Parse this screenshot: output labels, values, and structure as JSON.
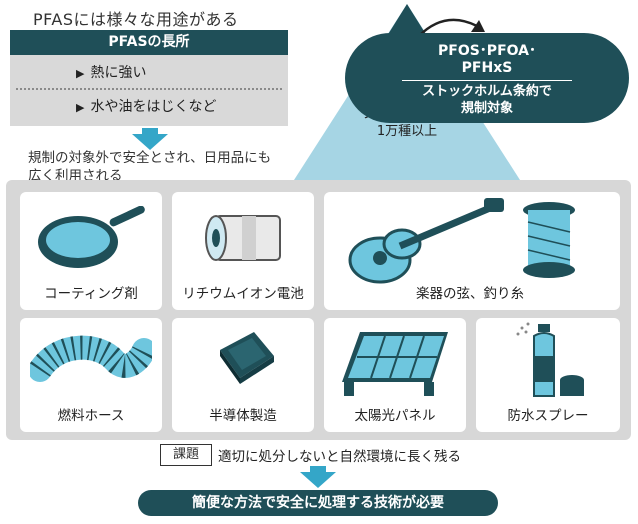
{
  "title": "PFASには様々な用途がある",
  "strengths": {
    "heading": "PFASの長所",
    "items": [
      "熱に強い",
      "水や油をはじくなど"
    ]
  },
  "description": [
    "規制の対象外で安全とされ、日用品にも",
    "広く利用される"
  ],
  "pyramid": {
    "base_label_1": "フッ素樹脂など",
    "base_label_2": "1万種以上"
  },
  "regulated": {
    "line1": "PFOS･PFOA･",
    "line2": "PFHxS",
    "line3": "ストックホルム条約で",
    "line4": "規制対象"
  },
  "uses": [
    {
      "label": "コーティング剤",
      "icon": "frying-pan-icon"
    },
    {
      "label": "リチウムイオン電池",
      "icon": "battery-icon"
    },
    {
      "label": "楽器の弦、釣り糸",
      "icon": "ukulele-and-spool-icon"
    },
    {
      "label": "燃料ホース",
      "icon": "hose-icon"
    },
    {
      "label": "半導体製造",
      "icon": "chip-icon"
    },
    {
      "label": "太陽光パネル",
      "icon": "solar-panel-icon"
    },
    {
      "label": "防水スプレー",
      "icon": "spray-can-icon"
    }
  ],
  "task": {
    "tag": "課題",
    "text": "適切に処分しないと自然環境に長く残る"
  },
  "conclusion": "簡便な方法で安全に処理する技術が必要",
  "colors": {
    "dark_teal": "#1f4f58",
    "accent_blue": "#34a6c8",
    "pyramid": "#a6d5e4",
    "panel_gray": "#d9d9d9"
  }
}
